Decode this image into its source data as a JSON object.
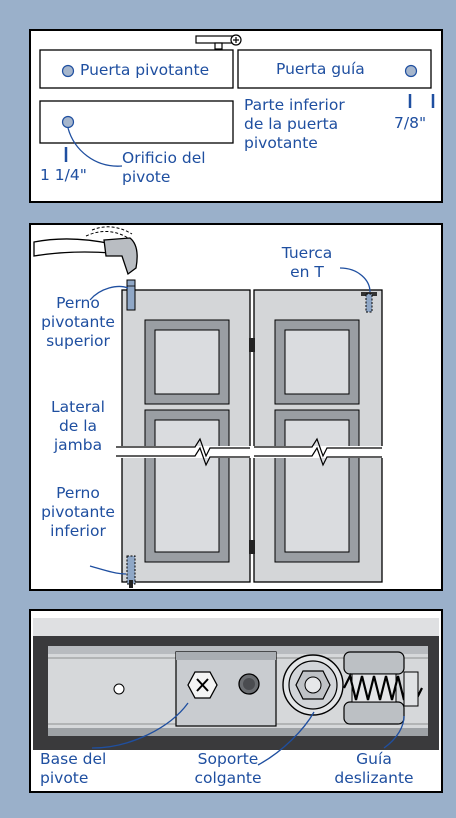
{
  "panel1": {
    "pivot_door": "Puerta pivotante",
    "guide_door": "Puerta guía",
    "bottom_of_pivot_door": [
      "Parte inferior",
      "de la puerta",
      "pivotante"
    ],
    "measure_right": "7/8\"",
    "measure_left": "1 1/4\"",
    "pivot_hole": [
      "Orificio del",
      "pivote"
    ]
  },
  "panel2": {
    "t_nut": [
      "Tuerca",
      "en T"
    ],
    "top_pivot_pin": [
      "Perno",
      "pivotante",
      "superior"
    ],
    "jamb_side": [
      "Lateral",
      "de la",
      "jamba"
    ],
    "bottom_pivot_pin": [
      "Perno",
      "pivotante",
      "inferior"
    ]
  },
  "panel3": {
    "pivot_base": [
      "Base del",
      "pivote"
    ],
    "hanger_bracket": [
      "Soporte",
      "colgante"
    ],
    "sliding_guide": [
      "Guía",
      "deslizante"
    ]
  },
  "colors": {
    "background": "#9ab0ca",
    "label_blue": "#1f4fa0",
    "door_gray": "#d4d6d8",
    "track_dark": "#3a3a3c"
  }
}
